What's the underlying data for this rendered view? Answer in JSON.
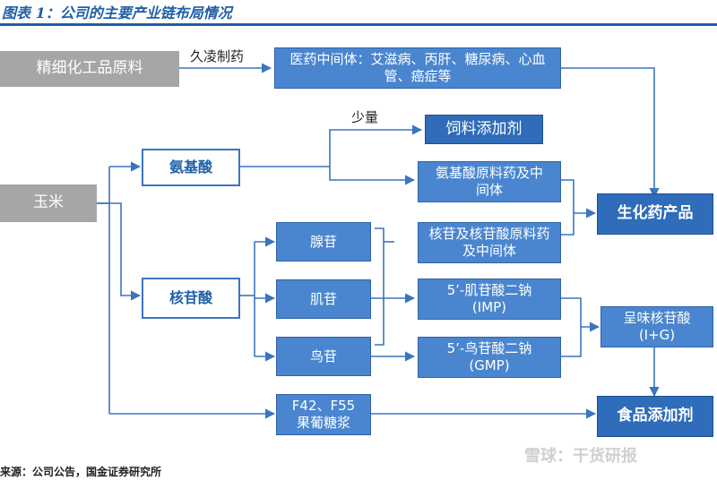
{
  "title": "图表 1：公司的主要产业链布局情况",
  "nodes": {
    "fine_chem": "精细化工品原料",
    "pharma_intermediate": "医药中间体：艾滋病、丙肝、糖尿病、心血管、癌症等",
    "corn": "玉米",
    "amino_acid": "氨基酸",
    "feed_additive": "饲料添加剂",
    "amino_acid_api": "氨基酸原料药及中间体",
    "nucleoside_api": "核苷及核苷酸原料药及中间体",
    "biochem_products": "生化药产品",
    "nucleotide": "核苷酸",
    "adenosine": "腺苷",
    "inosine": "肌苷",
    "guanosine": "鸟苷",
    "imp": "5’-肌苷酸二钠\n(IMP)",
    "gmp": "5’-鸟苷酸二钠\n(GMP)",
    "ig": "呈味核苷酸\n(I+G)",
    "hfcs": "F42、F55\n果葡糖浆",
    "food_additive": "食品添加剂"
  },
  "edge_labels": {
    "jiuling": "久凌制药",
    "small_amount": "少量"
  },
  "footer": "来源：公司公告，国金证券研究所",
  "watermark": "雪球：干货研报"
}
